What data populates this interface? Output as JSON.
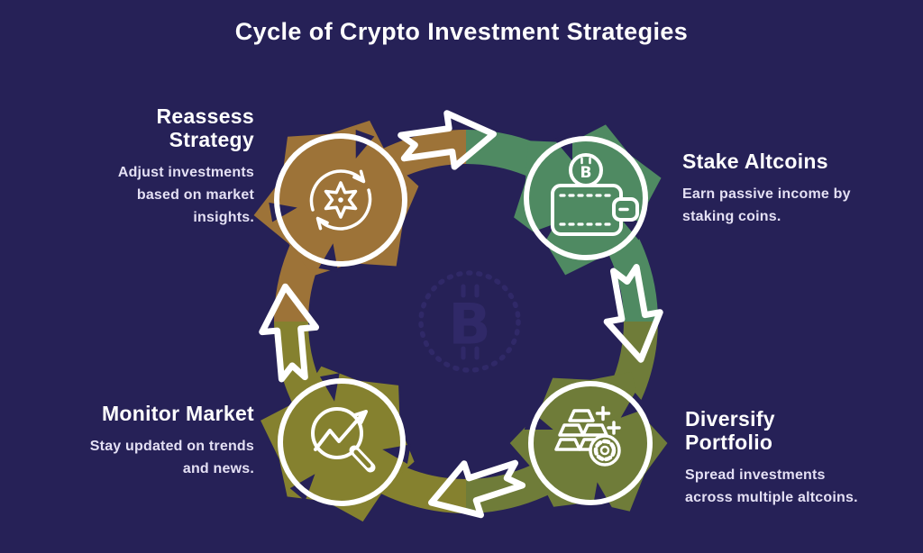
{
  "title": "Cycle of Crypto Investment Strategies",
  "colors": {
    "bg": "#262157",
    "brown": "#9d7338",
    "teal": "#4f8a62",
    "olive": "#6f7c39",
    "gold": "#85812f",
    "outline": "#ffffff",
    "heading_text": "#ffffff",
    "body_text": "#e4e0f4",
    "watermark": "#322b6b"
  },
  "center": {
    "watermark_icon": "bitcoin-icon",
    "watermark_symbol": "B"
  },
  "flow": {
    "direction": "clockwise",
    "arrow_icons": [
      "arrow-right-icon",
      "arrow-down-icon",
      "arrow-left-icon",
      "arrow-up-icon"
    ]
  },
  "nodes": [
    {
      "id": "reassess-strategy",
      "title": "Reassess\nStrategy",
      "description": "Adjust investments\nbased on market\ninsights.",
      "icon": "refresh-gear-icon",
      "color": "#9d7338"
    },
    {
      "id": "stake-altcoins",
      "title": "Stake Altcoins",
      "description": "Earn passive income by\nstaking coins.",
      "icon": "bitcoin-wallet-icon",
      "color": "#4f8a62"
    },
    {
      "id": "diversify-portfolio",
      "title": "Diversify\nPortfolio",
      "description": "Spread investments\nacross multiple altcoins.",
      "icon": "gold-bars-coin-icon",
      "color": "#6f7c39"
    },
    {
      "id": "monitor-market",
      "title": "Monitor Market",
      "description": "Stay updated on trends\nand news.",
      "icon": "magnifier-trend-icon",
      "color": "#85812f"
    }
  ]
}
